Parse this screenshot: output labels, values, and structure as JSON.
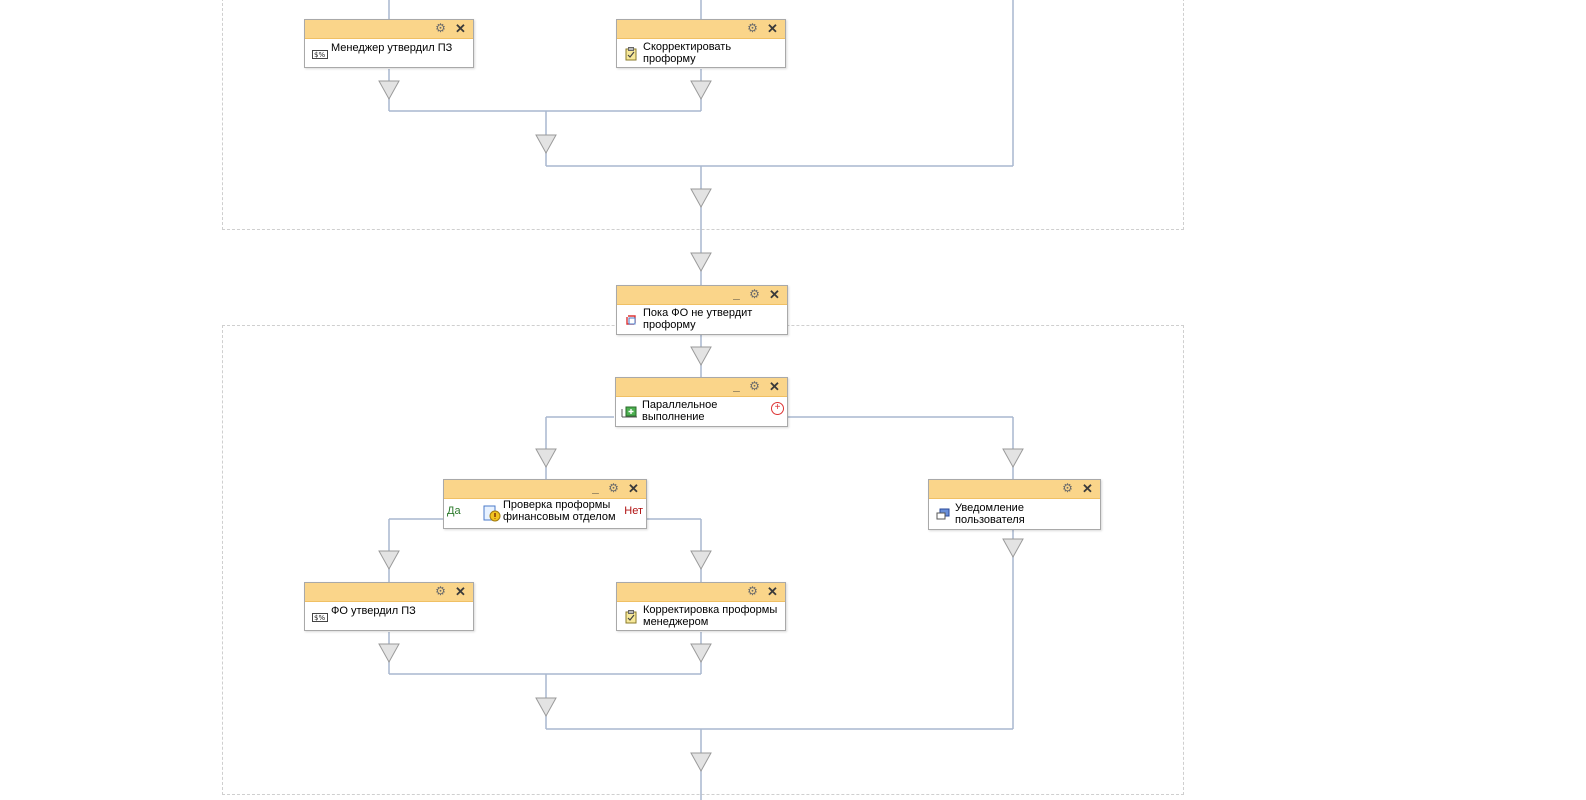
{
  "colors": {
    "connector": "#a9b7cf",
    "arrow_fill": "#e3e3e3",
    "arrow_stroke": "#9a9a9a",
    "header": "#fad58a",
    "region_border": "#cfcfcf"
  },
  "activities": {
    "manager_approved": {
      "label": "Менеджер утвердил ПЗ",
      "icon": "dollar-percent-icon"
    },
    "correct_proforma": {
      "label": "Скорректировать проформу",
      "icon": "clipboard-task-icon"
    },
    "while_fo_not_approve": {
      "label": "Пока ФО не утвердит проформу",
      "icon": "loop-icon"
    },
    "parallel": {
      "label": "Параллельное выполнение",
      "icon": "parallel-icon"
    },
    "fin_check": {
      "label": "Проверка проформы финансовым отделом",
      "icon": "document-warning-icon",
      "yes": "Да",
      "no": "Нет"
    },
    "user_notification": {
      "label": "Уведомление пользователя",
      "icon": "notification-icon"
    },
    "fo_approved": {
      "label": "ФО утвердил ПЗ",
      "icon": "dollar-percent-icon"
    },
    "manager_correction": {
      "label": "Корректировка проформы менеджером",
      "icon": "clipboard-task-icon"
    }
  }
}
